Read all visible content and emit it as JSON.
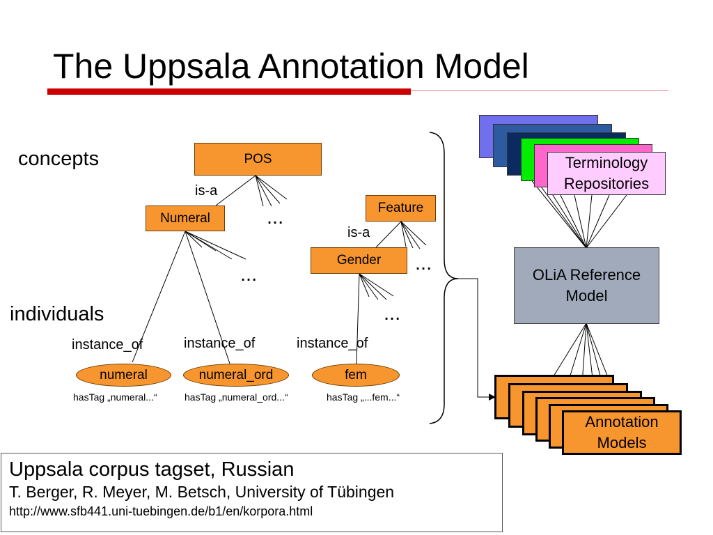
{
  "title": "The Uppsala Annotation Model",
  "concepts_label": "concepts",
  "individuals_label": "individuals",
  "nodes": {
    "pos": "POS",
    "numeral": "Numeral",
    "feature": "Feature",
    "gender": "Gender"
  },
  "is_a": [
    "is-a",
    "is-a"
  ],
  "ellipsis": [
    "...",
    "...",
    "...",
    "..."
  ],
  "instance_of": [
    "instance_of",
    "instance_of",
    "instance_of"
  ],
  "individuals": [
    "numeral",
    "numeral_ord",
    "fem"
  ],
  "has_tags": [
    "hasTag „numeral...“",
    "hasTag „numeral_ord...“",
    "hasTag „...fem...“"
  ],
  "terminology": "Terminology Repositories",
  "olia": "OLiA Reference Model",
  "annotation": "Annotation Models",
  "footer": {
    "line1": "Uppsala corpus tagset, Russian",
    "line2": "T. Berger, R. Meyer, M. Betsch,  University of Tübingen",
    "line3": "http://www.sfb441.uni-tuebingen.de/b1/en/korpora.html"
  },
  "colors": {
    "accent_red": "#cc0000",
    "node_orange": "#f7952e",
    "olia_gray": "#a0aabb",
    "term_pink": "#ffccff"
  }
}
